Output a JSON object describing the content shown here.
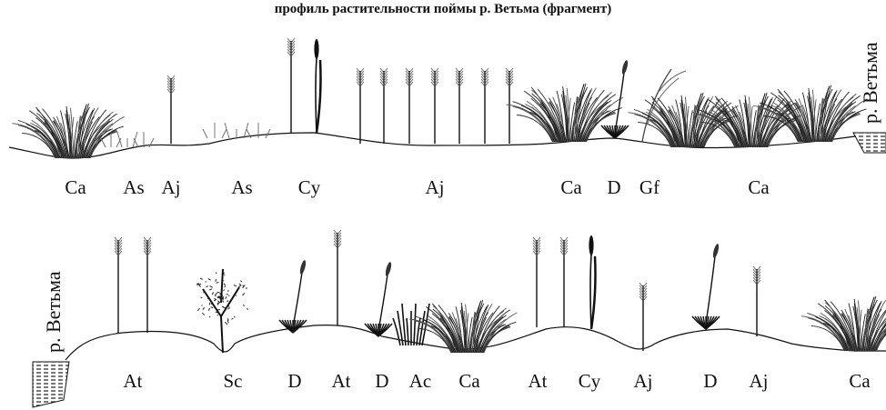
{
  "caption": "профиль растительности поймы р. Ветьма (фрагмент)",
  "river_label": "р. Ветьма",
  "profile_top": {
    "labels": [
      "Ca",
      "As",
      "Aj",
      "As",
      "Cy",
      "Aj",
      "Ca",
      "D",
      "Gf",
      "Ca"
    ]
  },
  "profile_bottom": {
    "labels": [
      "At",
      "Sc",
      "D",
      "At",
      "D",
      "Ac",
      "Ca",
      "At",
      "Cy",
      "Aj",
      "D",
      "Aj",
      "Ca"
    ]
  },
  "colors": {
    "ink": "#111111",
    "water_hatch": "#333333"
  }
}
